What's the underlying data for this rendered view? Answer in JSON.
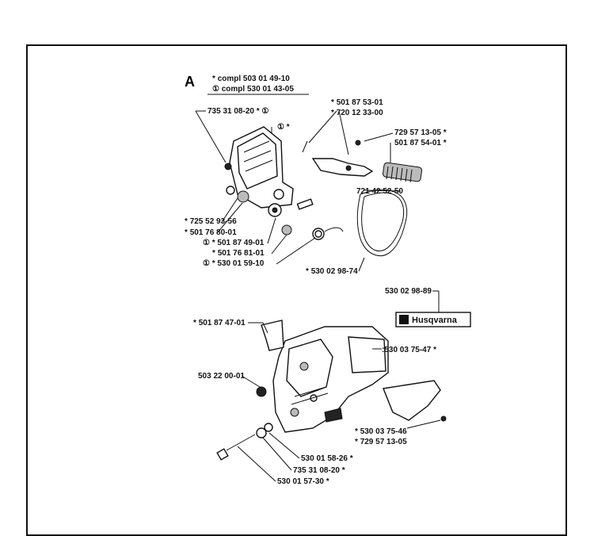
{
  "section_letter": "A",
  "kit_notes": [
    {
      "symbol": "*",
      "text": "compl 503 01 49-10"
    },
    {
      "symbol": "①",
      "text": "compl 530 01 43-05"
    }
  ],
  "parts": [
    {
      "mark": "*",
      "number": "501 87 53-01"
    },
    {
      "mark": "*",
      "number": "720 12 33-00"
    },
    {
      "mark": "",
      "number": "735 31 08-20",
      "suffix": "* ①"
    },
    {
      "mark": "",
      "number": "① *"
    },
    {
      "mark": "",
      "number": "729 57 13-05",
      "suffix": "*"
    },
    {
      "mark": "",
      "number": "501 87 54-01",
      "suffix": "*"
    },
    {
      "mark": "",
      "number": "721 42 52-50"
    },
    {
      "mark": "*",
      "number": "725 52 93-56"
    },
    {
      "mark": "*",
      "number": "501 76 80-01"
    },
    {
      "mark": "① *",
      "number": "501 87 49-01"
    },
    {
      "mark": "*",
      "number": "501 76 81-01"
    },
    {
      "mark": "① *",
      "number": "530 01 59-10"
    },
    {
      "mark": "*",
      "number": "530 02 98-74"
    },
    {
      "mark": "",
      "number": "530 02 98-89"
    },
    {
      "mark": "*",
      "number": "501 87 47-01"
    },
    {
      "mark": "",
      "number": "530 03 75-47",
      "suffix": "*"
    },
    {
      "mark": "",
      "number": "503 22 00-01"
    },
    {
      "mark": "*",
      "number": "530 03 75-46"
    },
    {
      "mark": "*",
      "number": "729 57 13-05"
    },
    {
      "mark": "",
      "number": "530 01 58-26",
      "suffix": "*"
    },
    {
      "mark": "",
      "number": "735 31 08-20",
      "suffix": "*"
    },
    {
      "mark": "",
      "number": "530 01 57-30",
      "suffix": "*"
    }
  ],
  "decal_text": "Husqvarna"
}
